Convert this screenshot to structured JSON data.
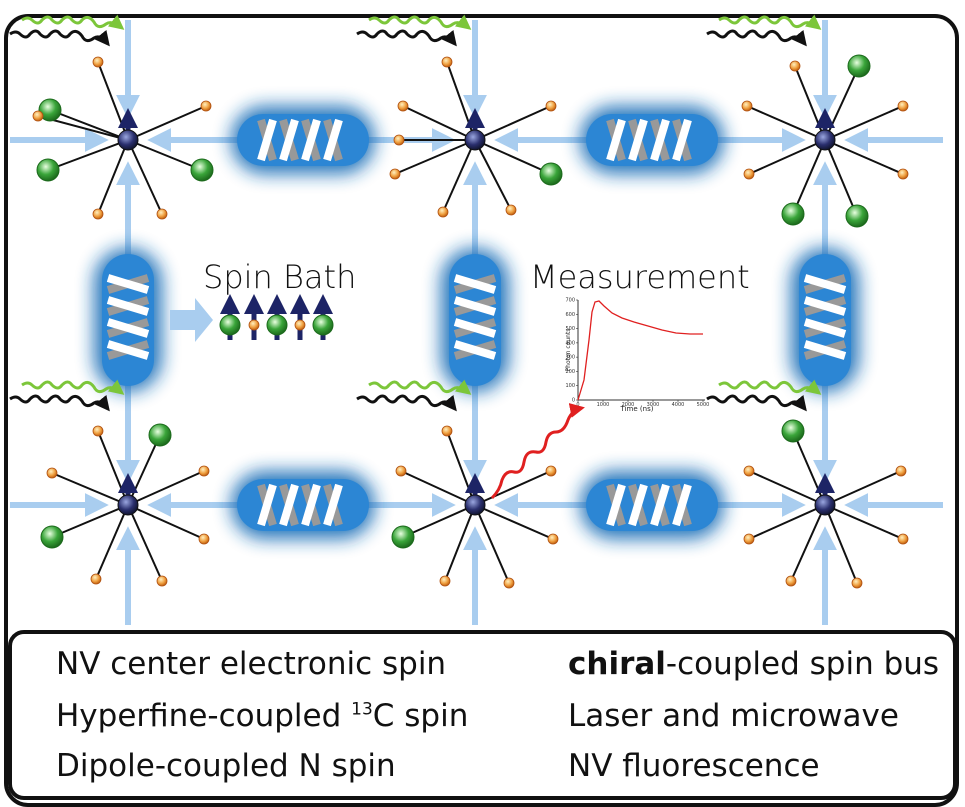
{
  "diagram": {
    "spin_bath_label": "Spin Bath",
    "measurement_label": "Measurement"
  },
  "inset_plot": {
    "xlabel": "Time (ns)",
    "ylabel": "Photon counts",
    "y_ticks": [
      "0",
      "100",
      "200",
      "300",
      "400",
      "500",
      "600",
      "700"
    ],
    "x_ticks": [
      "0",
      "1000",
      "2000",
      "3000",
      "4000",
      "5000"
    ]
  },
  "legend": {
    "nv_center": "NV center electronic spin",
    "hyperfine_prefix": "Hyperfine-coupled ",
    "hyperfine_sup": "13",
    "hyperfine_suffix": "C spin",
    "dipole": "Dipole-coupled N spin",
    "bus_bold": "chiral",
    "bus_rest": "-coupled spin bus",
    "laser": "Laser and microwave",
    "fluorescence": "NV fluorescence"
  },
  "colors": {
    "nv_spin": "#2a2f6e",
    "carbon_spin": "#f0a040",
    "nitrogen_spin": "#3aa53a",
    "bus_arrow": "#a9cdef",
    "bus_glow": "#1e6fb8",
    "laser_green": "#7cc63a",
    "laser_black": "#111111",
    "fluorescence_red": "#e02020"
  },
  "icons": [
    "nv-spin-icon",
    "carbon-spin-icon",
    "nitrogen-spin-icon",
    "bus-arrow-icon",
    "laser-wave-icon",
    "fluorescence-wave-icon"
  ]
}
